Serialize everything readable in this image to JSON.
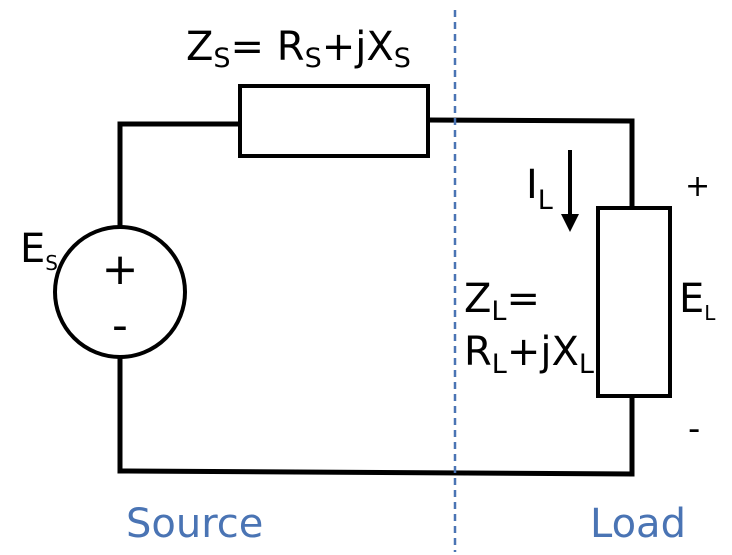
{
  "colors": {
    "wire": "#000000",
    "divider": "#4a74b4",
    "section_label": "#4a74b4",
    "background": "#ffffff"
  },
  "source_impedance": {
    "Z": "Z",
    "sub1": "S",
    "eq": "= R",
    "sub2": "S",
    "plus_jX": "+jX",
    "sub3": "S"
  },
  "source_emf": {
    "E": "E",
    "sub": "S"
  },
  "source_polarity": {
    "plus": "+",
    "minus": "-"
  },
  "load_current": {
    "I": "I",
    "sub": "L"
  },
  "load_impedance": {
    "line1": {
      "Z": "Z",
      "sub": "L",
      "eq": "="
    },
    "line2": {
      "R": "R",
      "sub1": "L",
      "plus_jX": "+jX",
      "sub2": "L"
    }
  },
  "load_voltage": {
    "E": "E",
    "sub": "L"
  },
  "load_polarity": {
    "plus": "+",
    "minus": "-"
  },
  "sections": {
    "source": "Source",
    "load": "Load"
  },
  "icons": {
    "current_direction": "down-arrow-icon",
    "source": "ac-voltage-source-icon"
  }
}
